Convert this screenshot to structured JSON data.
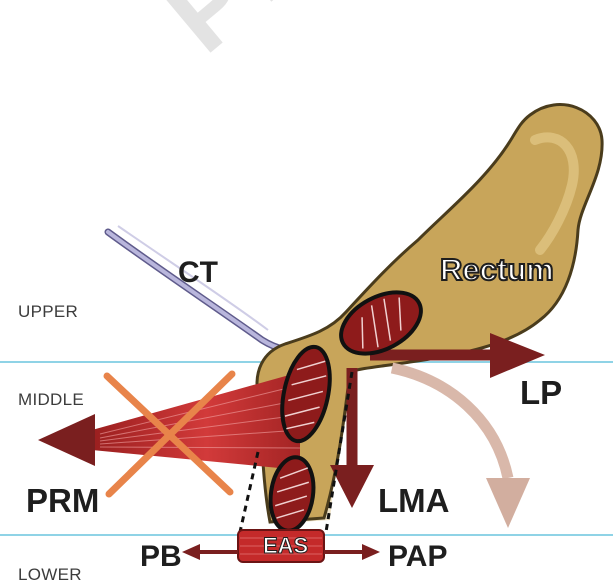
{
  "watermark": "PD",
  "zones": {
    "upper": "UPPER",
    "middle": "MIDDLE",
    "lower": "LOWER"
  },
  "labels": {
    "ct": "CT",
    "rectum": "Rectum",
    "lp": "LP",
    "prm": "PRM",
    "lma": "LMA",
    "pb": "PB",
    "eas": "EAS",
    "pap": "PAP"
  },
  "colors": {
    "rectum_fill": "#c8a55a",
    "rectum_stroke": "#5a4a22",
    "muscle_fill": "#8e1b1b",
    "arrow_dark": "#7a1f1f",
    "arrow_light": "#d9b3a3",
    "cross": "#e8844a",
    "line_blue": "#8fd3e6",
    "ct_nerve": "#a9a6cc"
  }
}
